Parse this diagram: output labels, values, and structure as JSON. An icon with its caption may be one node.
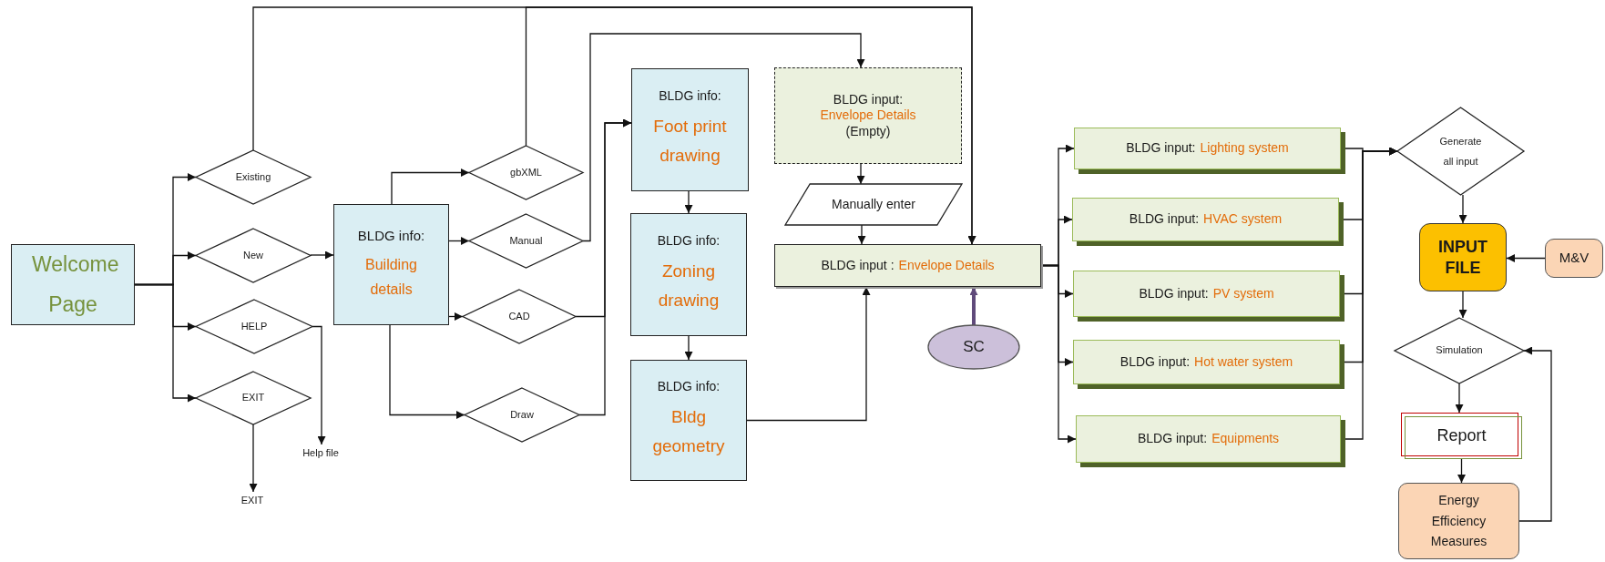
{
  "diagram": {
    "nodes": [
      {
        "text": [
          "Welcome Page"
        ]
      },
      {
        "text": [
          "Existing"
        ]
      },
      {
        "text": [
          "New"
        ]
      },
      {
        "text": [
          "HELP"
        ]
      },
      {
        "text": [
          "EXIT"
        ]
      },
      {
        "text": [
          "BLDG info:",
          "Building details"
        ]
      },
      {
        "text": [
          "gbXML"
        ]
      },
      {
        "text": [
          "Manual"
        ]
      },
      {
        "text": [
          "CAD"
        ]
      },
      {
        "text": [
          "Draw"
        ]
      },
      {
        "text": [
          "Help file"
        ]
      },
      {
        "text": [
          "EXIT"
        ]
      },
      {
        "text": [
          "BLDG info:",
          "Foot print drawing"
        ]
      },
      {
        "text": [
          "BLDG info:",
          "Zoning drawing"
        ]
      },
      {
        "text": [
          "BLDG info:",
          "Bldg geometry"
        ]
      },
      {
        "text": [
          "BLDG input:",
          "Envelope Details",
          "(Empty)"
        ]
      },
      {
        "text": [
          "Manually enter"
        ]
      },
      {
        "text": [
          "BLDG input :",
          "Envelope Details"
        ]
      },
      {
        "text": [
          "SC"
        ]
      },
      {
        "text": [
          "BLDG input:",
          "Lighting system"
        ]
      },
      {
        "text": [
          "BLDG input:",
          "HVAC system"
        ]
      },
      {
        "text": [
          "BLDG input:",
          "PV system"
        ]
      },
      {
        "text": [
          "BLDG input:",
          "Hot water system"
        ]
      },
      {
        "text": [
          "BLDG input:",
          "Equipments"
        ]
      },
      {
        "text": [
          "Generate all input"
        ]
      },
      {
        "text": [
          "INPUT FILE"
        ]
      },
      {
        "text": [
          "M&V"
        ]
      },
      {
        "text": [
          "Simulation"
        ]
      },
      {
        "text": [
          "Report"
        ]
      },
      {
        "text": [
          "Energy Efficiency Measures"
        ]
      }
    ],
    "edges": [
      {
        "from": 0,
        "to": 1,
        "arrow": "to"
      },
      {
        "from": 0,
        "to": 2,
        "arrow": "to"
      },
      {
        "from": 0,
        "to": 3,
        "arrow": "to"
      },
      {
        "from": 0,
        "to": 4,
        "arrow": "to"
      },
      {
        "from": 1,
        "to": 17,
        "arrow": "to"
      },
      {
        "from": 2,
        "to": 5,
        "arrow": "to"
      },
      {
        "from": 3,
        "to": 10,
        "arrow": "to"
      },
      {
        "from": 4,
        "to": 11,
        "arrow": "to"
      },
      {
        "from": 5,
        "to": 6,
        "arrow": "to"
      },
      {
        "from": 5,
        "to": 7,
        "arrow": "to"
      },
      {
        "from": 5,
        "to": 8,
        "arrow": "to"
      },
      {
        "from": 5,
        "to": 9,
        "arrow": "to"
      },
      {
        "from": 6,
        "to": 17,
        "arrow": "to"
      },
      {
        "from": 7,
        "to": 15,
        "arrow": "to"
      },
      {
        "from": 8,
        "to": 12,
        "arrow": "to"
      },
      {
        "from": 9,
        "to": 12,
        "arrow": "to"
      },
      {
        "from": 12,
        "to": 13,
        "arrow": "to"
      },
      {
        "from": 13,
        "to": 14,
        "arrow": "to"
      },
      {
        "from": 14,
        "to": 17,
        "arrow": "to"
      },
      {
        "from": 15,
        "to": 16,
        "arrow": "to"
      },
      {
        "from": 16,
        "to": 17,
        "arrow": "to"
      },
      {
        "from": 18,
        "to": 17,
        "arrow": "to",
        "style": "thick",
        "color": "#604a7b"
      },
      {
        "from": 17,
        "to": 19,
        "arrow": "to"
      },
      {
        "from": 17,
        "to": 20,
        "arrow": "to"
      },
      {
        "from": 17,
        "to": 21,
        "arrow": "to"
      },
      {
        "from": 17,
        "to": 22,
        "arrow": "to"
      },
      {
        "from": 17,
        "to": 23,
        "arrow": "to"
      },
      {
        "from": 19,
        "to": 24,
        "arrow": "to"
      },
      {
        "from": 20,
        "to": 24,
        "arrow": "to"
      },
      {
        "from": 21,
        "to": 24,
        "arrow": "to"
      },
      {
        "from": 22,
        "to": 24,
        "arrow": "to"
      },
      {
        "from": 23,
        "to": 24,
        "arrow": "to"
      },
      {
        "from": 24,
        "to": 25,
        "arrow": "to"
      },
      {
        "from": 26,
        "to": 25,
        "arrow": "to"
      },
      {
        "from": 25,
        "to": 27,
        "arrow": "to"
      },
      {
        "from": 27,
        "to": 28,
        "arrow": "to"
      },
      {
        "from": 28,
        "to": 29,
        "arrow": "to"
      },
      {
        "from": 29,
        "to": 27,
        "arrow": "to"
      }
    ]
  }
}
